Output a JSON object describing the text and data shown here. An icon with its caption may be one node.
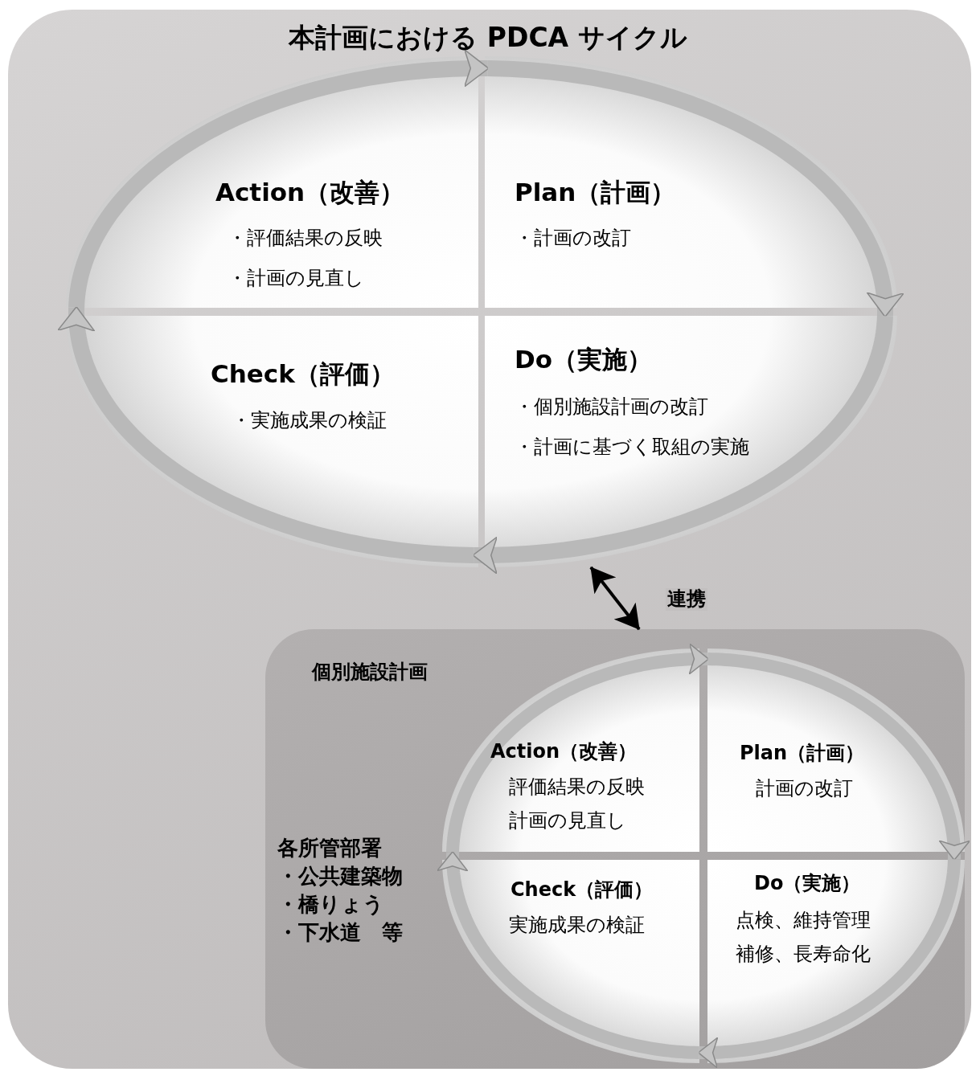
{
  "diagram": {
    "title": "本計画における PDCA サイクル",
    "nodes": [
      {
        "text": [
          "Action（改善）",
          "・評価結果の反映",
          "・計画の見直し"
        ]
      },
      {
        "text": [
          "Plan（計画）",
          "・計画の改訂"
        ]
      },
      {
        "text": [
          "Check（評価）",
          "・実施成果の検証"
        ]
      },
      {
        "text": [
          "Do（実施）",
          "・個別施設計画の改訂",
          "・計画に基づく取組の実施"
        ]
      },
      {
        "text": [
          "個別施設計画"
        ]
      },
      {
        "text": [
          "Action（改善）",
          "評価結果の反映",
          "計画の見直し"
        ],
        "in": 4
      },
      {
        "text": [
          "Plan（計画）",
          "計画の改訂"
        ],
        "in": 4
      },
      {
        "text": [
          "Check（評価）",
          "実施成果の検証"
        ],
        "in": 4
      },
      {
        "text": [
          "Do（実施）",
          "点検、維持管理",
          "補修、長寿命化"
        ],
        "in": 4
      }
    ],
    "edges": [
      {
        "from": 0,
        "to": 1,
        "arrow": "to"
      },
      {
        "from": 1,
        "to": 3,
        "arrow": "to"
      },
      {
        "from": 3,
        "to": 2,
        "arrow": "to"
      },
      {
        "from": 2,
        "to": 0,
        "arrow": "to"
      },
      {
        "from": 5,
        "to": 6,
        "arrow": "to"
      },
      {
        "from": 6,
        "to": 8,
        "arrow": "to"
      },
      {
        "from": 8,
        "to": 7,
        "arrow": "to"
      },
      {
        "from": 7,
        "to": 5,
        "arrow": "to"
      },
      {
        "from": 3,
        "to": 4,
        "arrow": "both",
        "label": "連携",
        "color": "#000000"
      }
    ],
    "labels": [
      "各所管部署",
      "・公共建築物",
      "・橋りょう",
      "・下水道　等"
    ]
  }
}
